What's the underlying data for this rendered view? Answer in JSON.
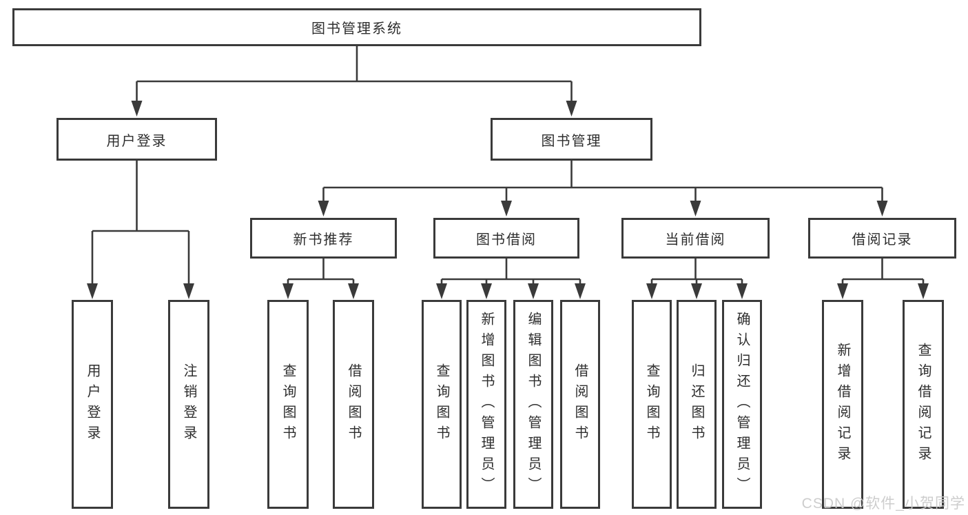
{
  "page": {
    "background": "#ffffff",
    "line_color": "#3a3a3a",
    "watermark": "CSDN @软件_小贺同学"
  },
  "tree": {
    "root": "图书管理系统",
    "level2": [
      "用户登录",
      "图书管理"
    ],
    "level3": [
      "新书推荐",
      "图书借阅",
      "当前借阅",
      "借阅记录"
    ],
    "leaves": {
      "user_login": [
        "用户登录",
        "注销登录"
      ],
      "new_book_rec": [
        "查询图书",
        "借阅图书"
      ],
      "book_borrow": [
        "查询图书",
        "新增图书（管理员）",
        "编辑图书（管理员）",
        "借阅图书"
      ],
      "current_borrow": [
        "查询图书",
        "归还图书",
        "确认归还（管理员）"
      ],
      "borrow_record": [
        "新增借阅记录",
        "查询借阅记录"
      ]
    }
  }
}
